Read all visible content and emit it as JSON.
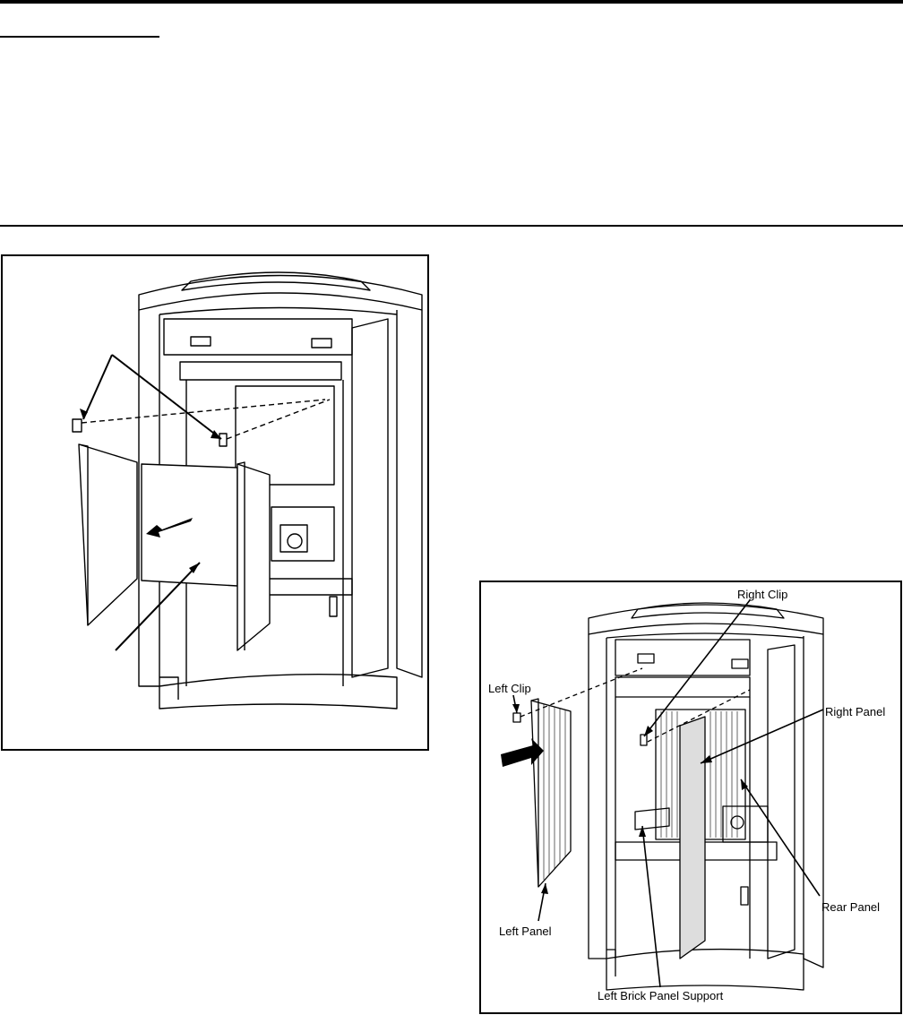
{
  "figure_2": {
    "labels": {
      "right_clip": "Right Clip",
      "left_clip": "Left Clip",
      "right_panel": "Right Panel",
      "rear_panel": "Rear Panel",
      "left_panel": "Left Panel",
      "left_brick_panel_support": "Left Brick Panel Support"
    }
  }
}
